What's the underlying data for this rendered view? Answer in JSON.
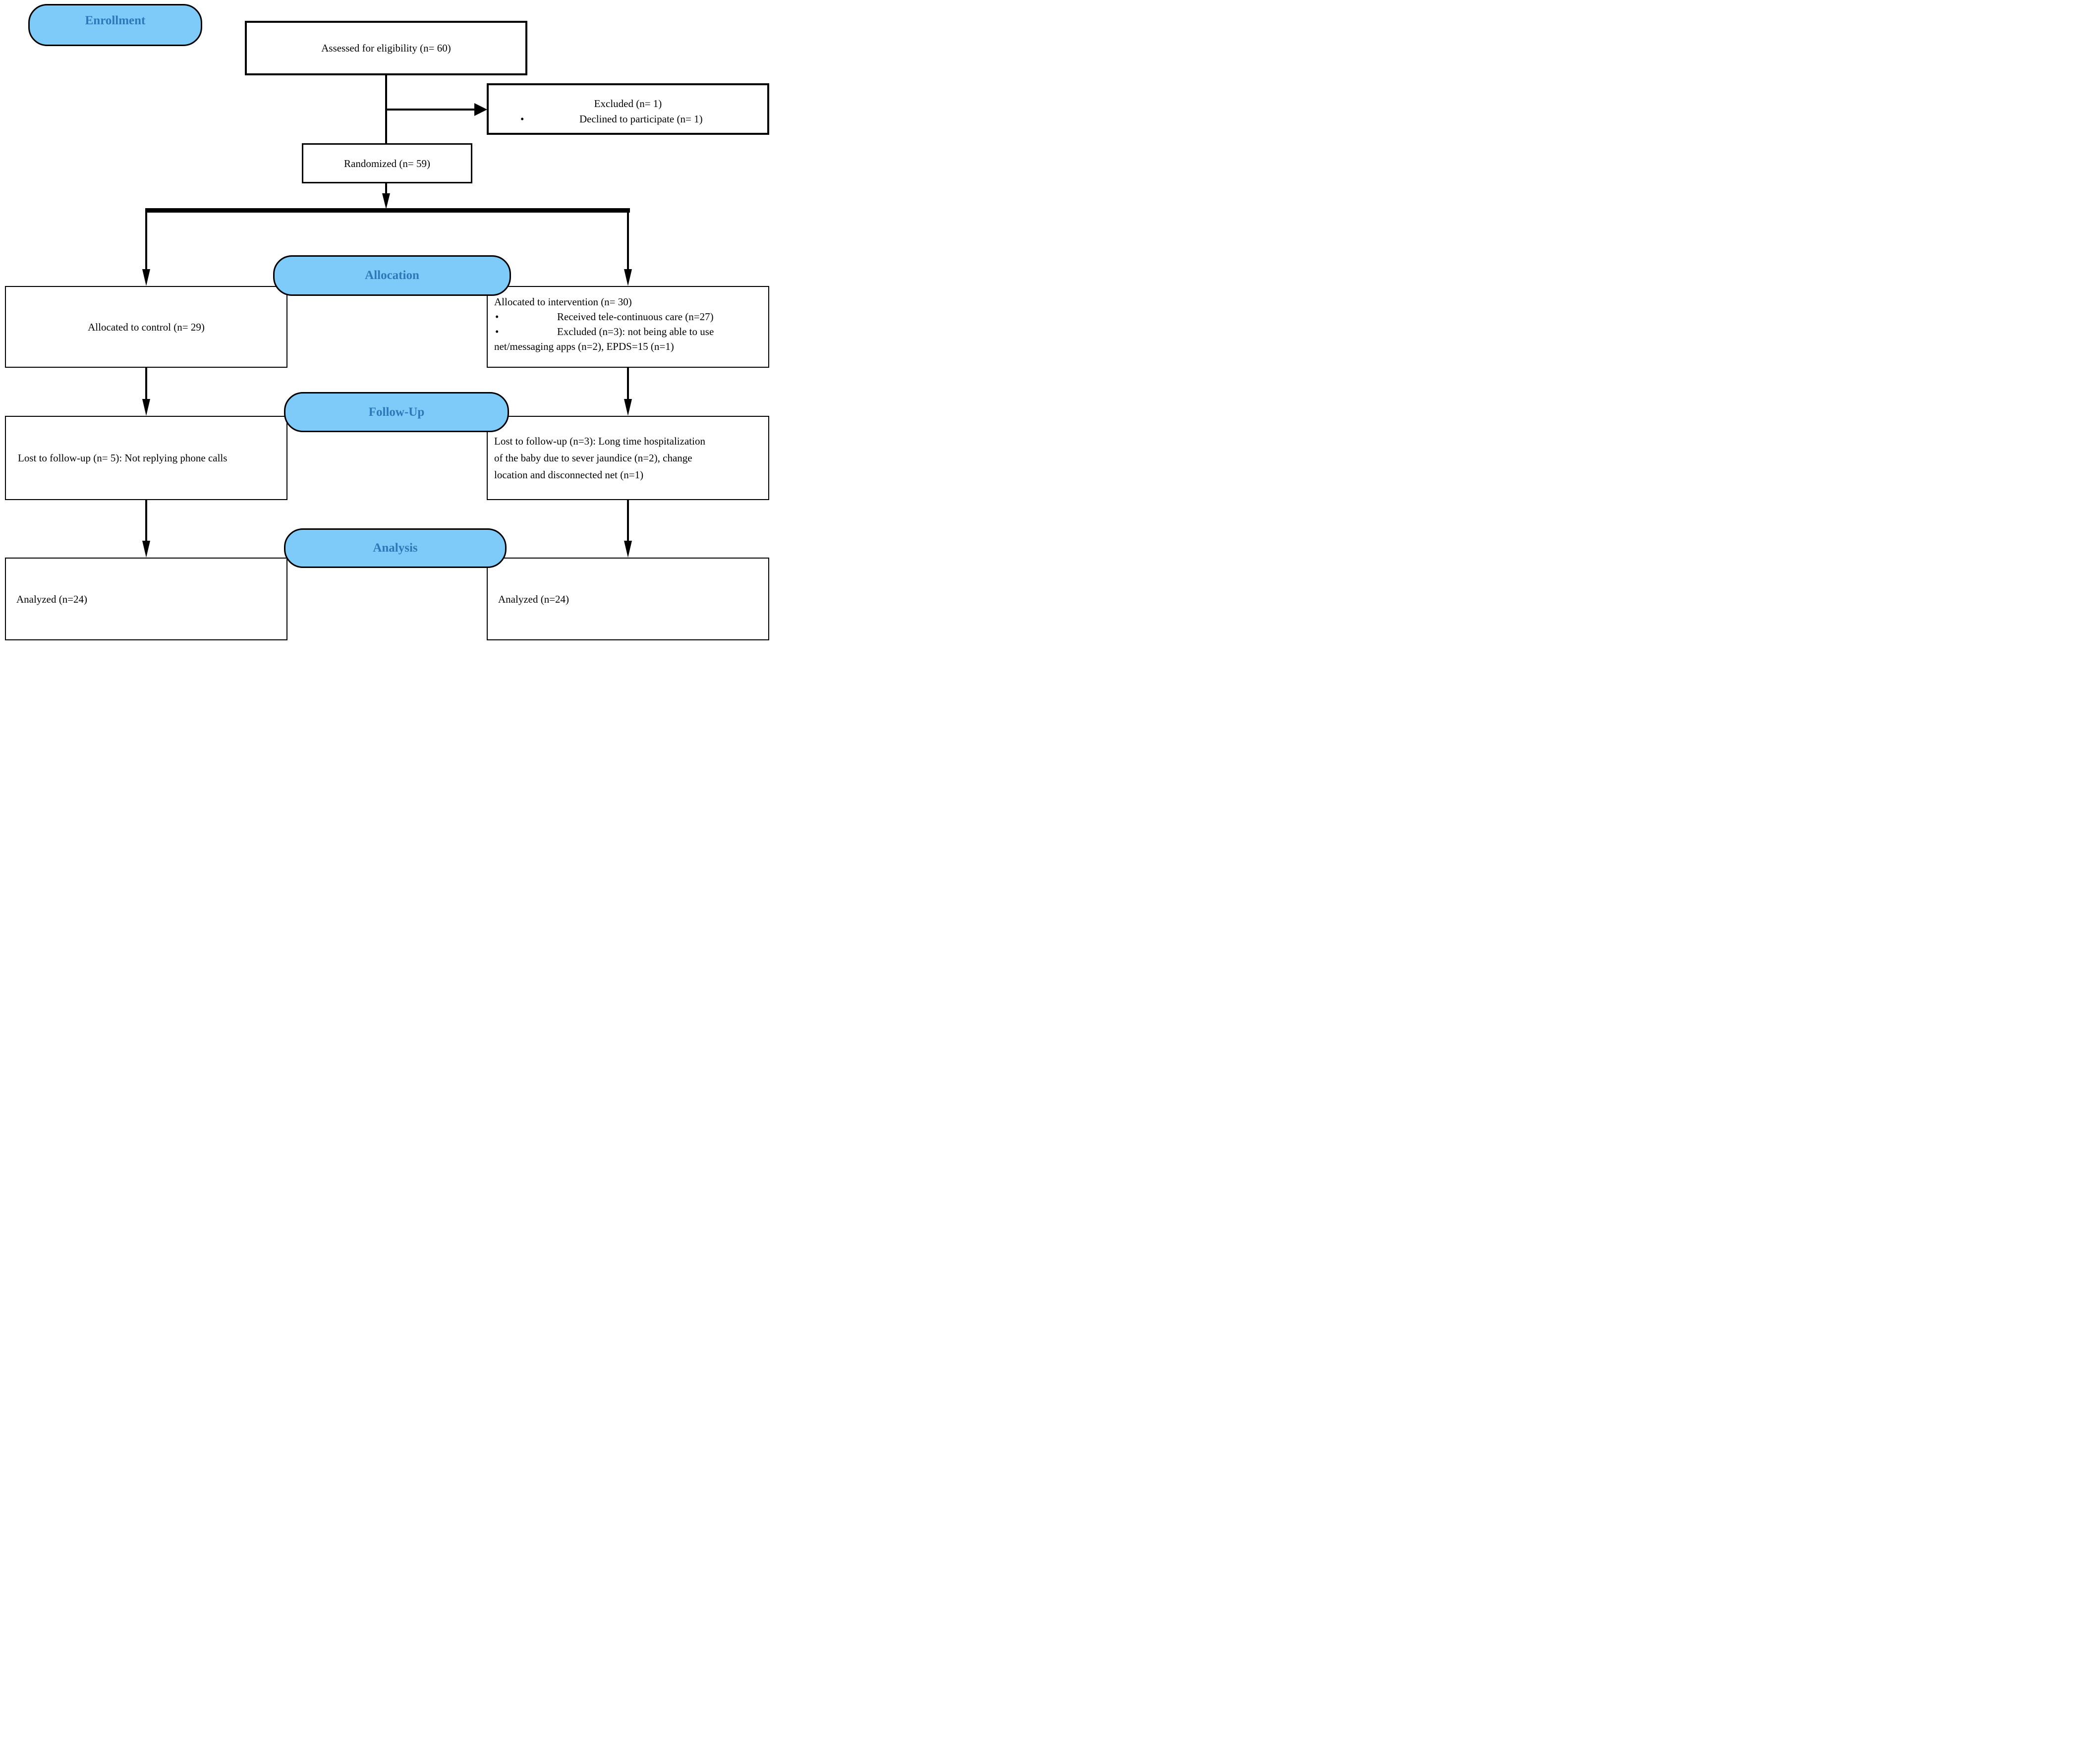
{
  "colors": {
    "pill_fill": "#7ECAF8",
    "pill_text": "#2C78B8",
    "box_border": "#000000",
    "background": "#FFFFFF"
  },
  "bullet_glyph": "•",
  "pills": {
    "enrollment": {
      "label": "Enrollment"
    },
    "allocation": {
      "label": "Allocation"
    },
    "followup": {
      "label": "Follow-Up"
    },
    "analysis": {
      "label": "Analysis"
    }
  },
  "boxes": {
    "assessed": {
      "text": "Assessed for eligibility (n= 60)"
    },
    "excluded": {
      "title": "Excluded (n= 1)",
      "bullet": "Declined to participate (n= 1)"
    },
    "randomized": {
      "text": "Randomized (n= 59)"
    },
    "control": {
      "text": "Allocated to control (n= 29)"
    },
    "intervention": {
      "title": "Allocated to intervention (n= 30)",
      "bullet1": "Received tele-continuous care (n=27)",
      "bullet2": "Excluded (n=3): not being able to use",
      "continuation": "net/messaging apps (n=2), EPDS=15 (n=1)"
    },
    "lost_control": {
      "text": "Lost to follow-up (n= 5): Not replying phone calls"
    },
    "lost_intervention": {
      "line1": "Lost to follow-up (n=3): Long time hospitalization",
      "line2": "of the baby due to sever jaundice (n=2), change",
      "line3": "location and disconnected net (n=1)"
    },
    "analyzed_control": {
      "text": "Analyzed (n=24)"
    },
    "analyzed_intervention": {
      "text": "Analyzed (n=24)"
    }
  }
}
